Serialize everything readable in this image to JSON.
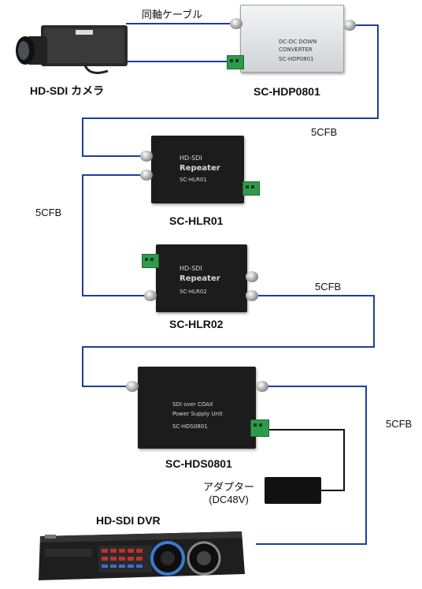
{
  "coax_label": "同軸ケーブル",
  "camera_label": "HD-SDI カメラ",
  "converter": {
    "model": "SC-HDP0801",
    "face_lines": [
      "DC-DC DOWN",
      "CONVERTER",
      "SC-HDP0801"
    ]
  },
  "repeater1": {
    "model": "SC-HLR01",
    "face_lines": [
      "HD-SDI",
      "Repeater",
      "SC-HLR01"
    ]
  },
  "repeater2": {
    "model": "SC-HLR02",
    "face_lines": [
      "HD-SDI",
      "Repeater",
      "SC-HLR02"
    ]
  },
  "power_unit": {
    "model": "SC-HDS0801",
    "face_lines": [
      "SDI over COAX",
      "Power Supply Unit",
      "SC-HDS0801"
    ]
  },
  "cable_labels": [
    "5CFB",
    "5CFB",
    "5CFB",
    "5CFB"
  ],
  "adapter": {
    "label_line1": "アダプター",
    "label_line2": "(DC48V)"
  },
  "dvr_label": "HD-SDI DVR",
  "colors": {
    "cable": "#1a3fa0",
    "device": "#1c1c1c",
    "terminal": "#2f9b4a"
  }
}
